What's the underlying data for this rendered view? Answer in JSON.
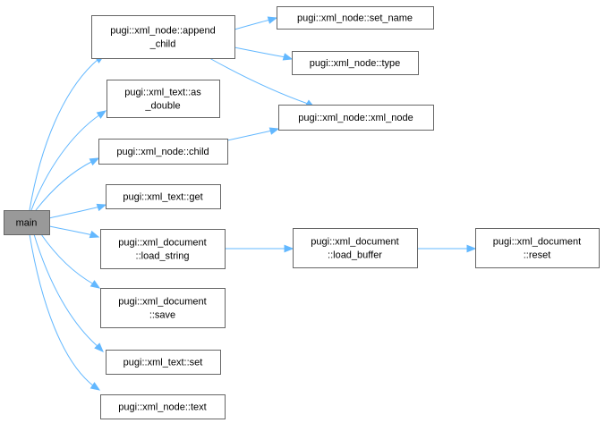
{
  "colors": {
    "edge": "#63b8ff",
    "node_border": "#666666",
    "root_fill": "#999999",
    "node_fill": "#ffffff"
  },
  "nodes": [
    {
      "id": "main",
      "lines": [
        "main"
      ],
      "root": true
    },
    {
      "id": "append_child",
      "lines": [
        "pugi::xml_node::append",
        "_child"
      ]
    },
    {
      "id": "as_double",
      "lines": [
        "pugi::xml_text::as",
        "_double"
      ]
    },
    {
      "id": "child",
      "lines": [
        "pugi::xml_node::child"
      ]
    },
    {
      "id": "get",
      "lines": [
        "pugi::xml_text::get"
      ]
    },
    {
      "id": "load_string",
      "lines": [
        "pugi::xml_document",
        "::load_string"
      ]
    },
    {
      "id": "save",
      "lines": [
        "pugi::xml_document",
        "::save"
      ]
    },
    {
      "id": "set",
      "lines": [
        "pugi::xml_text::set"
      ]
    },
    {
      "id": "text",
      "lines": [
        "pugi::xml_node::text"
      ]
    },
    {
      "id": "set_name",
      "lines": [
        "pugi::xml_node::set_name"
      ]
    },
    {
      "id": "type",
      "lines": [
        "pugi::xml_node::type"
      ]
    },
    {
      "id": "xml_node",
      "lines": [
        "pugi::xml_node::xml_node"
      ]
    },
    {
      "id": "load_buffer",
      "lines": [
        "pugi::xml_document",
        "::load_buffer"
      ]
    },
    {
      "id": "reset",
      "lines": [
        "pugi::xml_document",
        "::reset"
      ]
    }
  ],
  "edges": [
    {
      "from": "main",
      "to": "append_child"
    },
    {
      "from": "main",
      "to": "as_double"
    },
    {
      "from": "main",
      "to": "child"
    },
    {
      "from": "main",
      "to": "get"
    },
    {
      "from": "main",
      "to": "load_string"
    },
    {
      "from": "main",
      "to": "save"
    },
    {
      "from": "main",
      "to": "set"
    },
    {
      "from": "main",
      "to": "text"
    },
    {
      "from": "append_child",
      "to": "set_name"
    },
    {
      "from": "append_child",
      "to": "type"
    },
    {
      "from": "append_child",
      "to": "xml_node"
    },
    {
      "from": "child",
      "to": "xml_node"
    },
    {
      "from": "load_string",
      "to": "load_buffer"
    },
    {
      "from": "load_buffer",
      "to": "reset"
    }
  ]
}
